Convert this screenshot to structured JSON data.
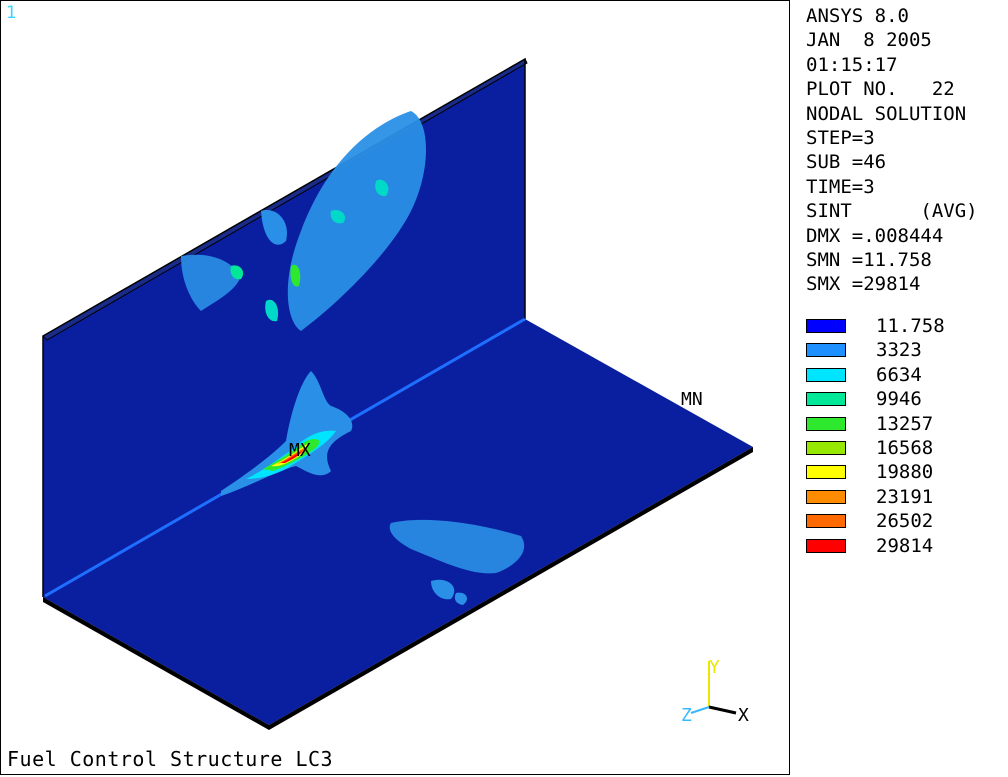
{
  "viewport": {
    "window_number": "1",
    "title": "Fuel Control Structure LC3",
    "max_marker": "MX",
    "min_marker": "MN",
    "colors": {
      "background": "#ffffff",
      "plate": "#0a1fa0",
      "plate_edge": "#000000"
    }
  },
  "triad": {
    "x_label": "X",
    "y_label": "Y",
    "z_label": "Z",
    "x_color": "#000000",
    "y_color": "#e8e800",
    "z_color": "#38b8ff"
  },
  "info": {
    "lines": [
      "ANSYS 8.0",
      "JAN  8 2005",
      "01:15:17",
      "PLOT NO.   22",
      "NODAL SOLUTION",
      "STEP=3",
      "SUB =46",
      "TIME=3",
      "SINT      (AVG)",
      "DMX =.008444",
      "SMN =11.758",
      "SMX =29814"
    ]
  },
  "legend": {
    "items": [
      {
        "label": "11.758",
        "color": "#0000ff"
      },
      {
        "label": "3323",
        "color": "#1e90ff"
      },
      {
        "label": "6634",
        "color": "#00e5ff"
      },
      {
        "label": "9946",
        "color": "#00e898"
      },
      {
        "label": "13257",
        "color": "#2ee82e"
      },
      {
        "label": "16568",
        "color": "#96e800"
      },
      {
        "label": "19880",
        "color": "#ffff00"
      },
      {
        "label": "23191",
        "color": "#ff8c00"
      },
      {
        "label": "26502",
        "color": "#ff6a00"
      },
      {
        "label": "29814",
        "color": "#ff0000"
      }
    ]
  }
}
